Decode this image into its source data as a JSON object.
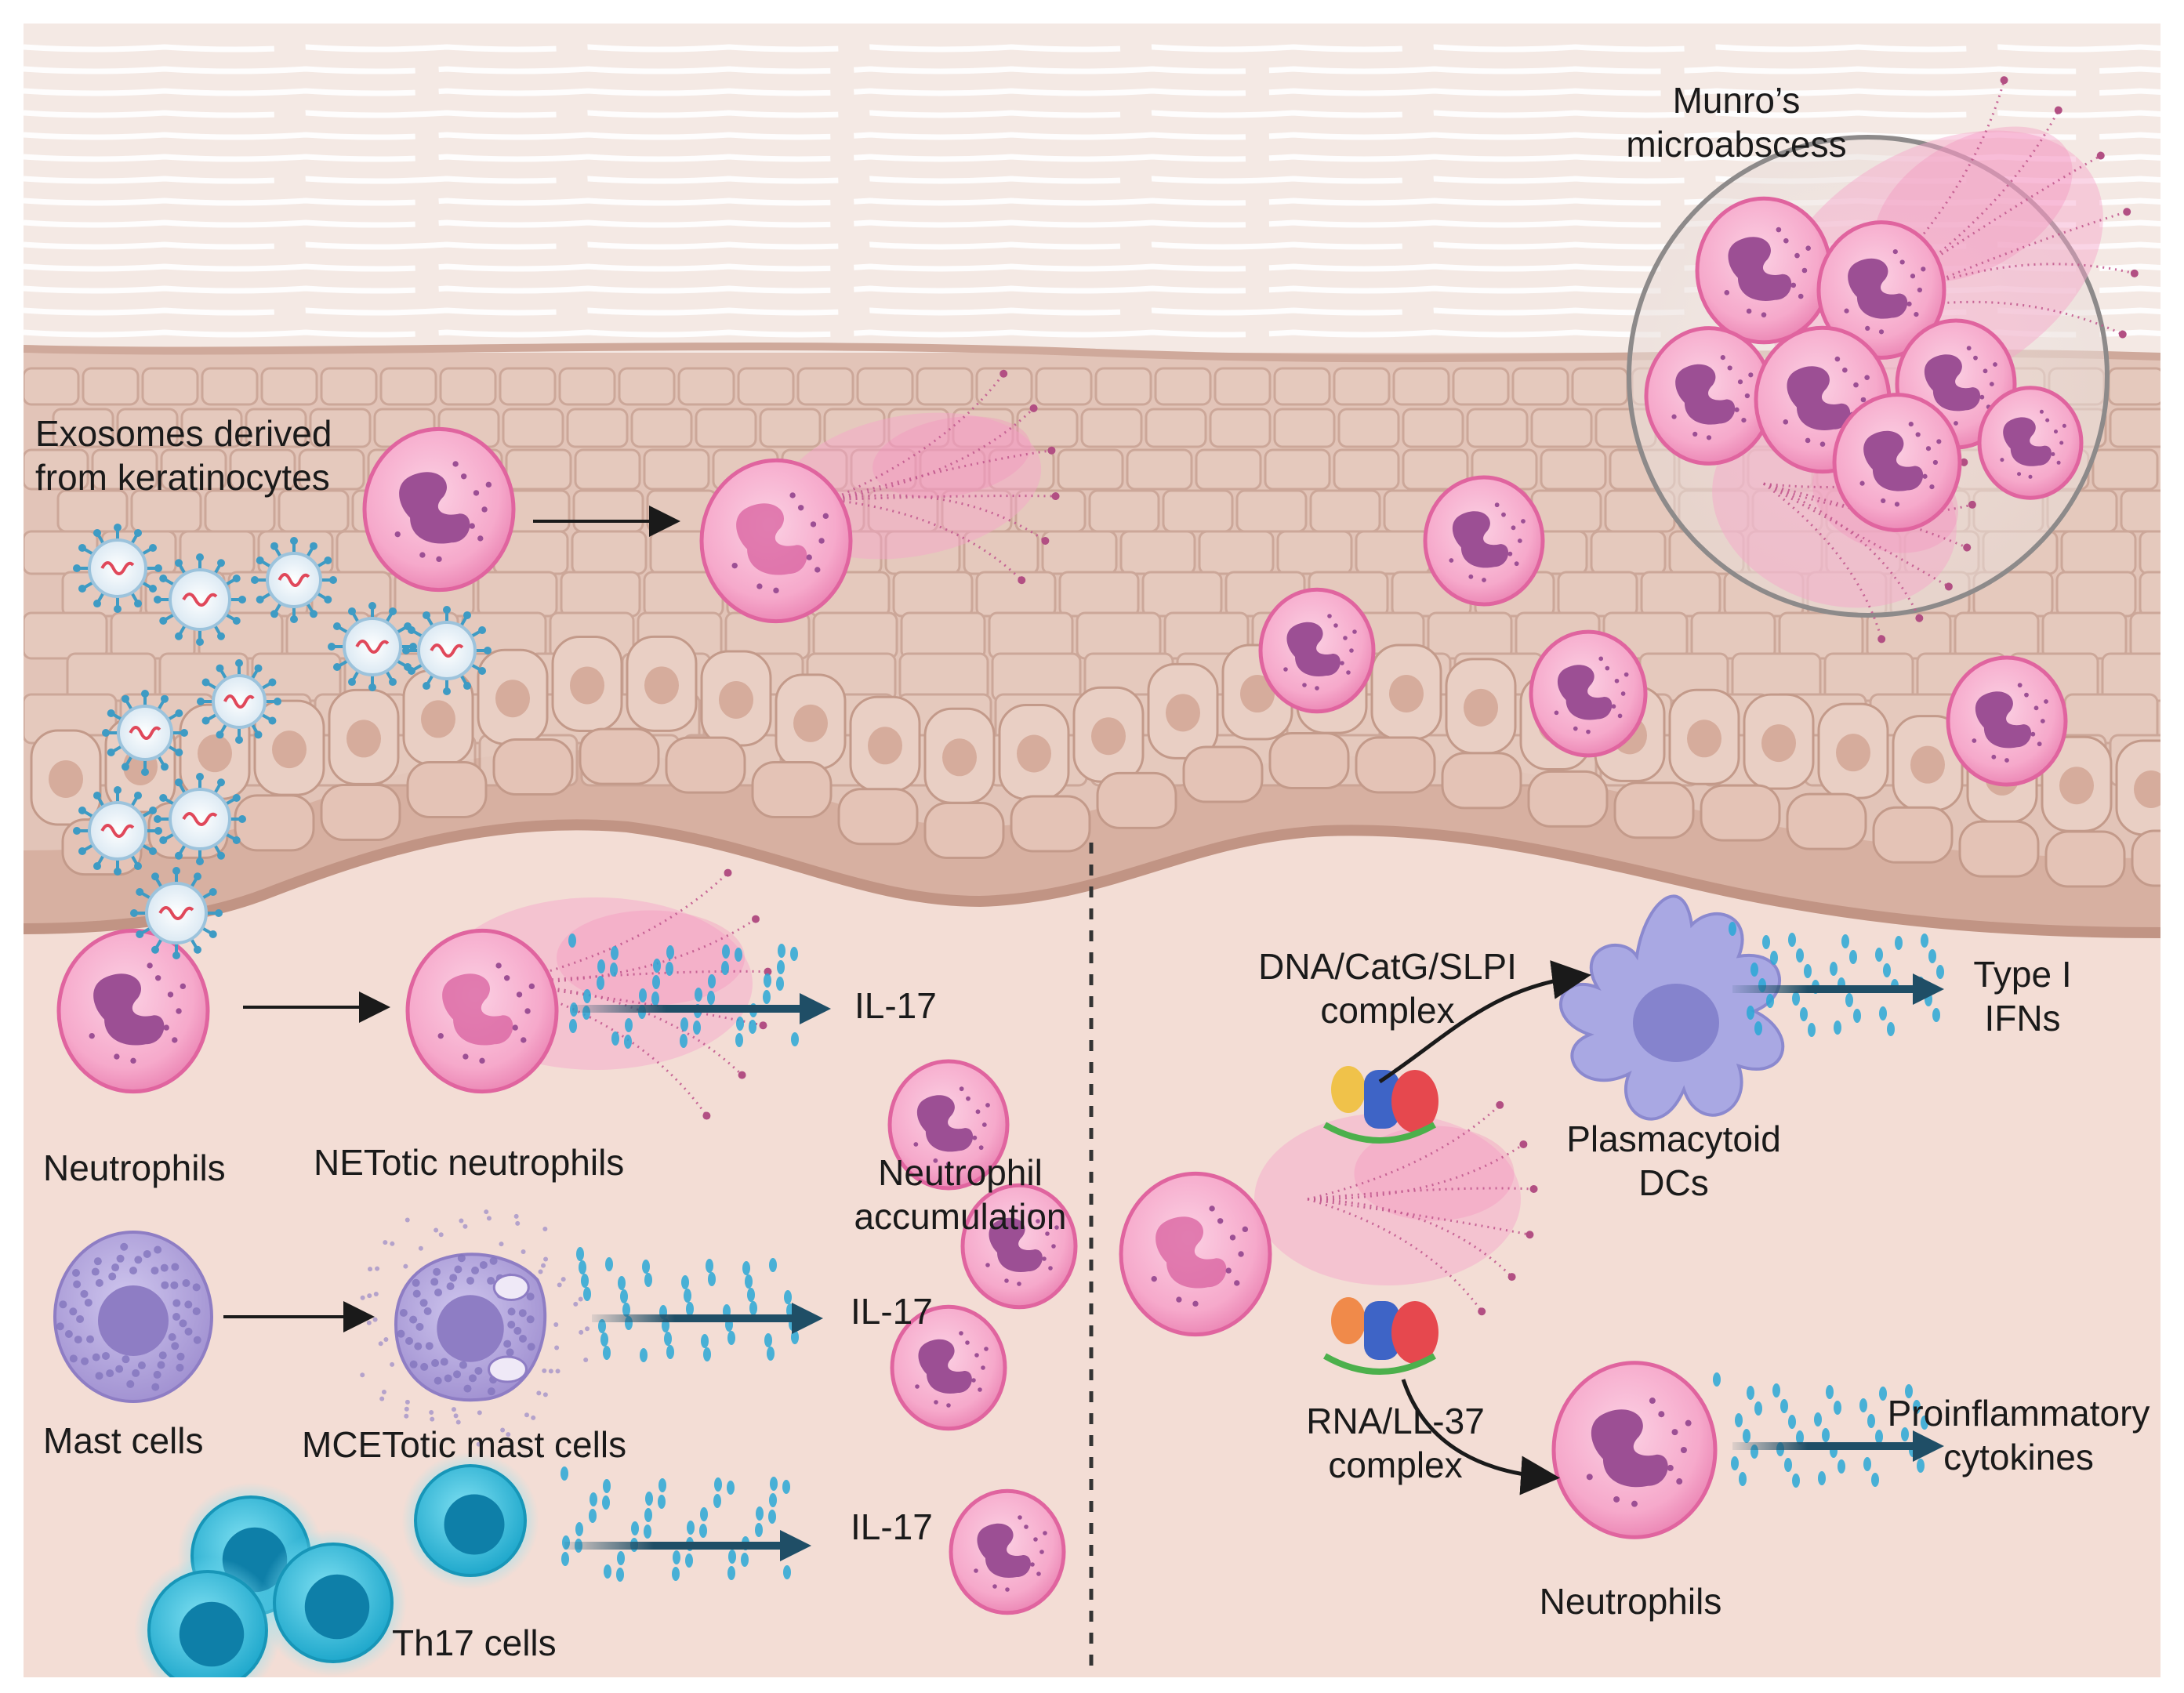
{
  "labels": {
    "exosomes": "Exosomes derived\nfrom keratinocytes",
    "munro": "Munro’s\nmicroabscess",
    "il17_a": "IL-17",
    "il17_b": "IL-17",
    "il17_c": "IL-17",
    "neutrophils_left": "Neutrophils",
    "netotic": "NETotic neutrophils",
    "accumulation": "Neutrophil\naccumulation",
    "mast_cells": "Mast cells",
    "mcetotic": "MCETotic mast cells",
    "th17": "Th17 cells",
    "dna_complex": "DNA/CatG/SLPI\ncomplex",
    "rna_complex": "RNA/LL-37\ncomplex",
    "type1_ifns": "Type I\nIFNs",
    "pdcs": "Plasmacytoid\nDCs",
    "proinflammatory": "Proinflammatory\ncytokines",
    "neutrophils_right": "Neutrophils"
  },
  "colors": {
    "stratum_corneum": "#f2e6e0",
    "epidermis": "#e2c4b8",
    "basal_layer": "#ddb8a8",
    "dermis": "#f3ddd5",
    "neutrophil": "#f6a9cb",
    "nucleus": "#9c4f94",
    "mast_cell": "#a99ad6",
    "th17": "#36c0dd",
    "pdc": "#a9a8e3",
    "arrow": "#1f4e66"
  }
}
